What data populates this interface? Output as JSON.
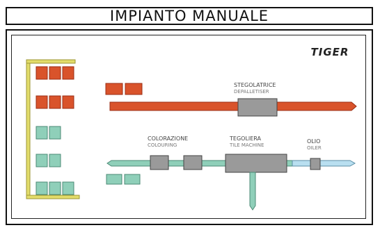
{
  "title": "IMPIANTO MANUALE",
  "logo_text": "TIGER",
  "labels": {
    "depalletiser_it": "STEGOLATRICE",
    "depalletiser_en": "DEPALLETISER",
    "colouring_it": "COLORAZIONE",
    "colouring_en": "COLOURING",
    "tile_machine_it": "TEGOLIERA",
    "tile_machine_en": "TILE MACHINE",
    "oiler_it": "OLIO",
    "oiler_en": "OILER"
  },
  "colors": {
    "red_block": "#d9532b",
    "red_block_border": "#9a2e14",
    "green_block": "#8fcfb9",
    "green_block_border": "#4b8a75",
    "machine_grey": "#9a9a9a",
    "machine_grey_border": "#444444",
    "oil_blue": "#b9dff0",
    "rack_yellow": "#e2dc6a"
  }
}
